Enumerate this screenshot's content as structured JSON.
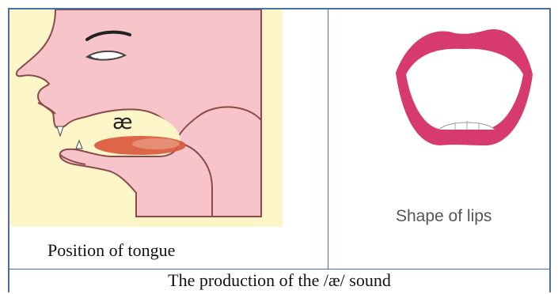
{
  "panels": {
    "tongue_caption": "Position of tongue",
    "lips_caption": "Shape of lips",
    "vowel_symbol": "æ"
  },
  "figure_caption": "The production of the /æ/ sound",
  "colors": {
    "border": "#4a6fa8",
    "face": "#f7c5c9",
    "background_box": "#fbf5c8",
    "tongue": "#d9553a",
    "lips": "#d63a6e"
  },
  "icons": {
    "head": "head-profile-icon",
    "mouth": "open-mouth-icon"
  }
}
